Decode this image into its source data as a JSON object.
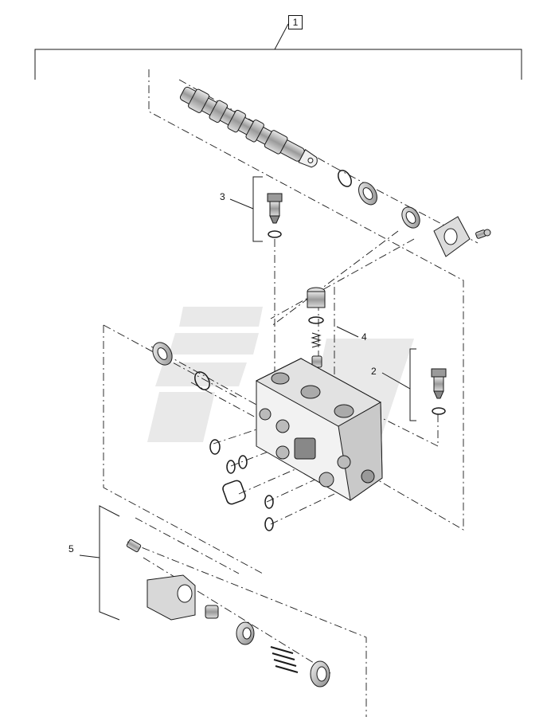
{
  "callouts": {
    "item1": "1",
    "item2": "2",
    "item3": "3",
    "item4": "4",
    "item5": "5"
  },
  "colors": {
    "line": "#1a1a1a",
    "part_fill": "#ffffff",
    "part_shade": "#9a9a9a",
    "part_dark": "#5a5a5a",
    "watermark": "#e6e6e6"
  },
  "icons": {
    "watermark": "flag-logo-watermark"
  }
}
